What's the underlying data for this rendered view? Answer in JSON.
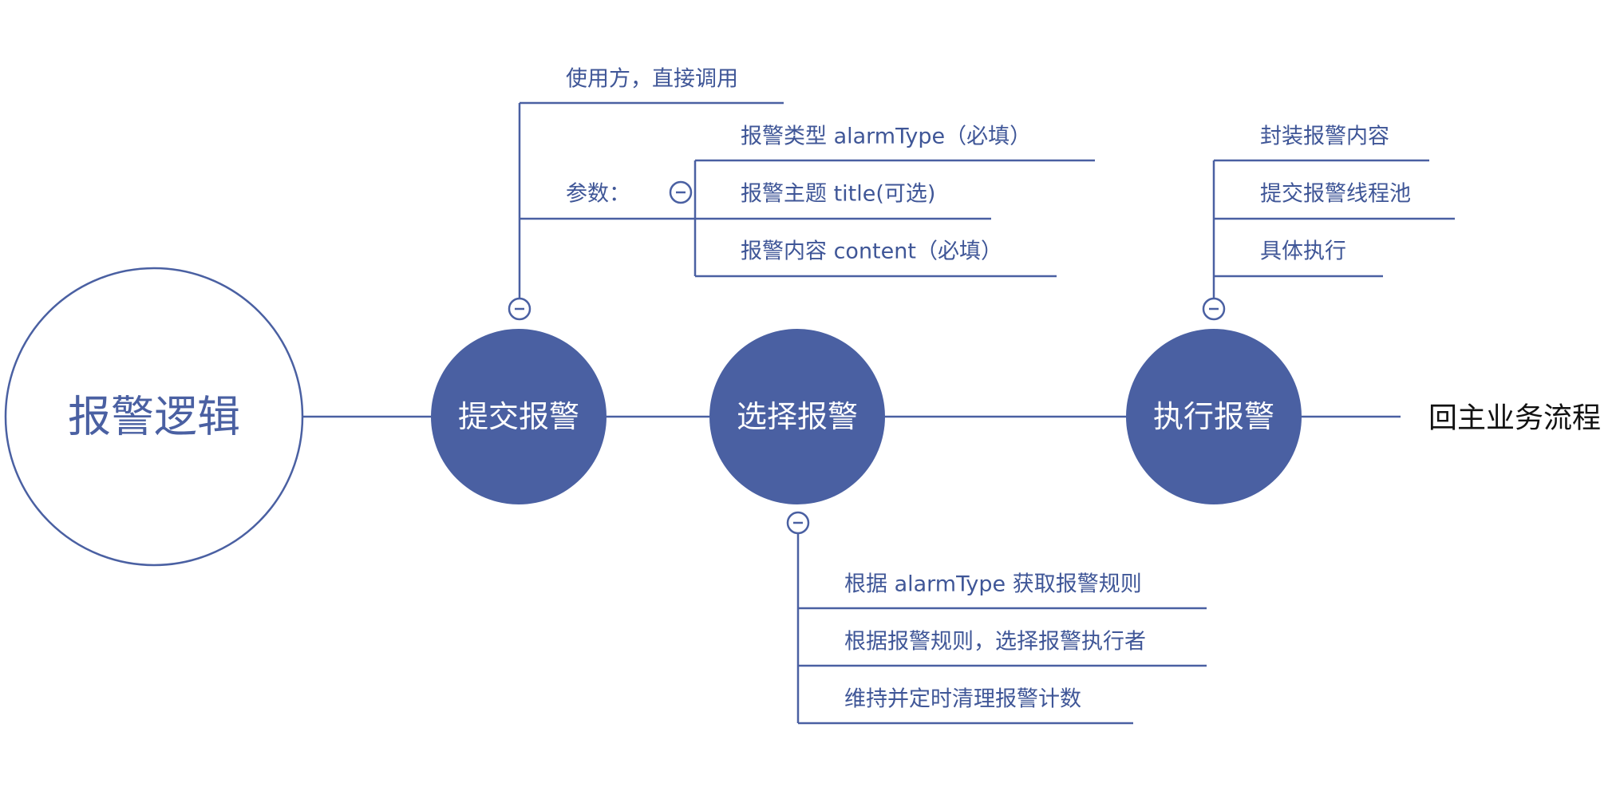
{
  "colors": {
    "primary": "#4a60a2",
    "text": "#3f5697",
    "outcome_text": "#111111",
    "background": "#ffffff"
  },
  "root": {
    "label": "报警逻辑"
  },
  "steps": [
    {
      "label": "提交报警",
      "caller": "使用方，直接调用",
      "params_label": "参数：",
      "params": [
        "报警类型 alarmType（必填）",
        "报警主题 title(可选)",
        "报警内容 content（必填）"
      ]
    },
    {
      "label": "选择报警",
      "items": [
        "根据 alarmType 获取报警规则",
        "根据报警规则，选择报警执行者",
        "维持并定时清理报警计数"
      ]
    },
    {
      "label": "执行报警",
      "items": [
        "封装报警内容",
        "提交报警线程池",
        "具体执行"
      ]
    }
  ],
  "outcome": {
    "label": "回主业务流程"
  },
  "collapse_icon": "minus-circle-icon"
}
